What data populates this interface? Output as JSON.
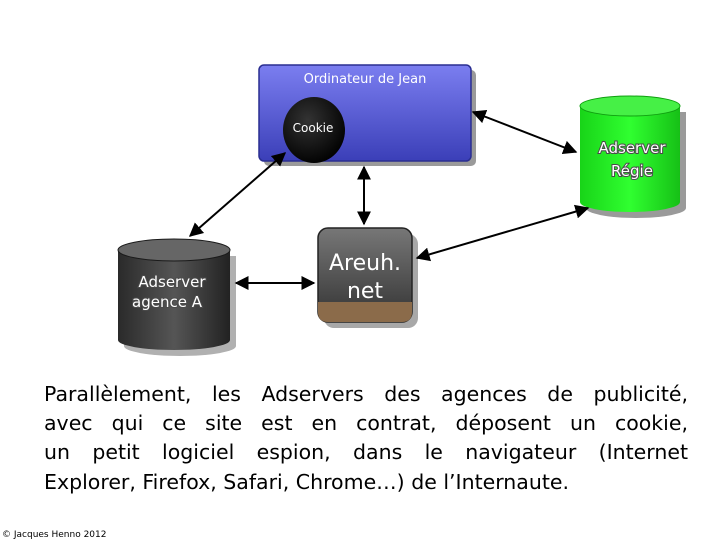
{
  "diagram": {
    "computer_title": "Ordinateur de  Jean",
    "cookie_label": "Cookie",
    "adserver_regie": [
      "Adserver",
      "Régie"
    ],
    "adserver_agence": [
      "Adserver",
      "agence A"
    ],
    "areuh_net": [
      "Areuh.",
      "net"
    ],
    "colors": {
      "computer_box": "#5b5fd6",
      "cookie_circle": "#111111",
      "regie_cylinder": "#22ee22",
      "agence_cylinder": "#3a3a3a",
      "areuh_box": "#4a4a4a",
      "areuh_base": "#8b6b4a",
      "arrows": "#000000"
    }
  },
  "caption": {
    "lines": [
      "Parallèlement, les Adservers des agences de publicité,",
      "avec qui ce site est en contrat, déposent un cookie,",
      "un petit logiciel espion, dans le navigateur (Internet",
      "Explorer, Firefox, Safari, Chrome…) de l’Internaute."
    ]
  },
  "copyright": "© Jacques Henno 2012"
}
